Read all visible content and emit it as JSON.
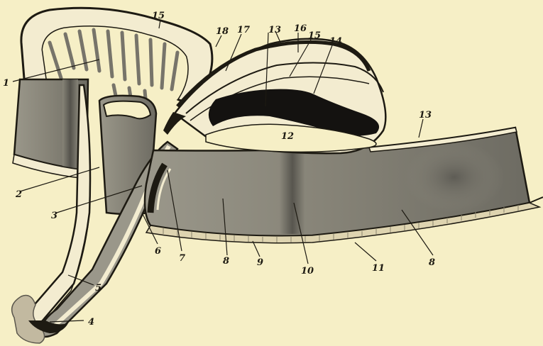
{
  "labels": {
    "l1": "1",
    "l2": "2",
    "l3": "3",
    "l4": "4",
    "l5": "5",
    "l6": "6",
    "l7": "7",
    "l8a": "8",
    "l8b": "8",
    "l9": "9",
    "l10": "10",
    "l11": "11",
    "l12": "12",
    "l13a": "13",
    "l13b": "13",
    "l14": "14",
    "l15a": "15",
    "l15b": "15",
    "l16": "16",
    "l17": "17",
    "l18": "18"
  },
  "colors": {
    "background": "#f6efc6",
    "ink": "#1d1a12",
    "tissue_gray": "#8d8a7e",
    "tissue_dark": "#5c5a52",
    "pale_layer": "#f3ecd0",
    "dark_cavity": "#141210"
  }
}
